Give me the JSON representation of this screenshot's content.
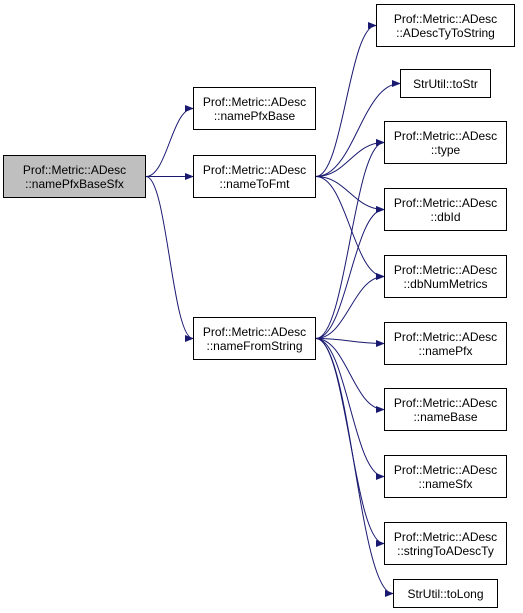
{
  "graph": {
    "nodes": {
      "root": {
        "line1": "Prof::Metric::ADesc",
        "line2": "::namePfxBaseSfx"
      },
      "namePfxBase": {
        "line1": "Prof::Metric::ADesc",
        "line2": "::namePfxBase"
      },
      "nameToFmt": {
        "line1": "Prof::Metric::ADesc",
        "line2": "::nameToFmt"
      },
      "nameFromString": {
        "line1": "Prof::Metric::ADesc",
        "line2": "::nameFromString"
      },
      "ADescTyToString": {
        "line1": "Prof::Metric::ADesc",
        "line2": "::ADescTyToString"
      },
      "toStr": {
        "line1": "StrUtil::toStr"
      },
      "type": {
        "line1": "Prof::Metric::ADesc",
        "line2": "::type"
      },
      "dbId": {
        "line1": "Prof::Metric::ADesc",
        "line2": "::dbId"
      },
      "dbNumMetrics": {
        "line1": "Prof::Metric::ADesc",
        "line2": "::dbNumMetrics"
      },
      "namePfx": {
        "line1": "Prof::Metric::ADesc",
        "line2": "::namePfx"
      },
      "nameBase": {
        "line1": "Prof::Metric::ADesc",
        "line2": "::nameBase"
      },
      "nameSfx": {
        "line1": "Prof::Metric::ADesc",
        "line2": "::nameSfx"
      },
      "stringToADescTy": {
        "line1": "Prof::Metric::ADesc",
        "line2": "::stringToADescTy"
      },
      "toLong": {
        "line1": "StrUtil::toLong"
      }
    },
    "edges": [
      [
        "root",
        "namePfxBase"
      ],
      [
        "root",
        "nameToFmt"
      ],
      [
        "root",
        "nameFromString"
      ],
      [
        "nameToFmt",
        "ADescTyToString"
      ],
      [
        "nameToFmt",
        "toStr"
      ],
      [
        "nameToFmt",
        "type"
      ],
      [
        "nameToFmt",
        "dbId"
      ],
      [
        "nameToFmt",
        "dbNumMetrics"
      ],
      [
        "nameFromString",
        "type"
      ],
      [
        "nameFromString",
        "dbId"
      ],
      [
        "nameFromString",
        "dbNumMetrics"
      ],
      [
        "nameFromString",
        "namePfx"
      ],
      [
        "nameFromString",
        "nameBase"
      ],
      [
        "nameFromString",
        "nameSfx"
      ],
      [
        "nameFromString",
        "stringToADescTy"
      ],
      [
        "nameFromString",
        "toLong"
      ]
    ],
    "colors": {
      "edge": "#191970",
      "root_fill": "#bfbfbf",
      "node_fill": "#ffffff",
      "border": "#000000"
    }
  }
}
